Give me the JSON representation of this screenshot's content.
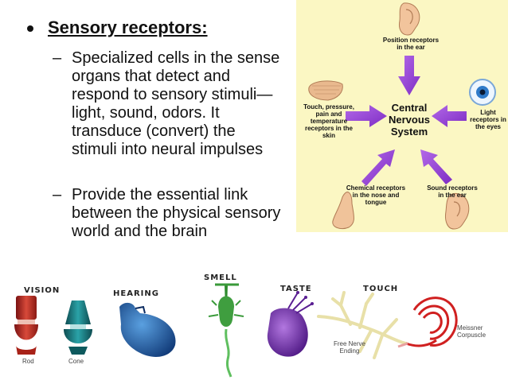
{
  "slide": {
    "heading": "Sensory receptors:",
    "points": [
      "Specialized cells in the sense organs that detect and respond to sensory stimuli—light, sound, odors. It transduce (convert) the stimuli into neural impulses",
      "Provide the essential link between the physical sensory world and the brain"
    ],
    "dash": "–"
  },
  "diagram": {
    "center": "Central Nervous System",
    "position": "Position receptors in the ear",
    "touch": "Touch, pressure, pain and temperature receptors in the skin",
    "light": "Light receptors in the eyes",
    "chemical": "Chemical receptors in the nose and tongue",
    "sound": "Sound receptors in the ear",
    "arrow_color": "#8e3ad0"
  },
  "strip": {
    "vision": "VISION",
    "hearing": "HEARING",
    "smell": "SMELL",
    "taste": "TASTE",
    "touch": "TOUCH",
    "rod": "Rod",
    "cone": "Cone",
    "free_nerve": "Free Nerve Ending",
    "meissner": "Meissner Corpuscle"
  }
}
